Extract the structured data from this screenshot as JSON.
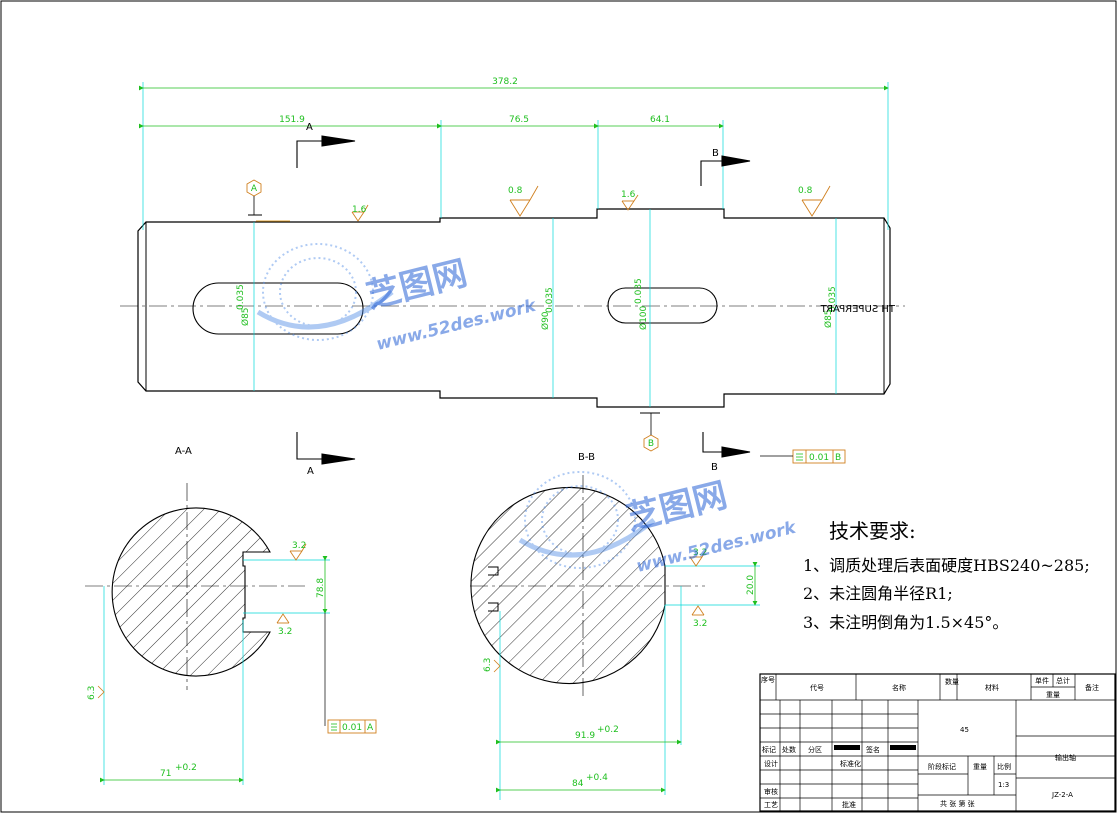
{
  "drawing": {
    "dimensions": {
      "total_length": "378.2",
      "seg1": "151.9",
      "seg2": "76.5",
      "seg3": "64.1",
      "dia1": "Ø85",
      "dia1_tol": "0.035",
      "dia2": "Ø90",
      "dia2_tol": "0.035",
      "dia3": "Ø100",
      "dia3_tol": "0.035",
      "dia4": "Ø85",
      "dia4_tol": "0.035",
      "key_depth_aa": "78.8",
      "key_depth_bb": "20.0",
      "width_aa": "71",
      "width_aa_tol": "+0.2",
      "width_bb1": "91.9",
      "width_bb1_tol": "+0.2",
      "width_bb2": "84",
      "width_bb2_tol": "+0.4",
      "offset_aa": "6.3",
      "offset_bb": "6.3"
    },
    "roughness": {
      "r08_left": "0.8",
      "r08_right": "0.8",
      "r16_a": "1.6",
      "r16_b": "1.6",
      "r32_aa_top": "3.2",
      "r32_aa_bot": "3.2",
      "r32_bb_top": "3.2",
      "r32_bb_bot": "3.2"
    },
    "section_labels": {
      "a_top": "A",
      "a_bottom": "A",
      "b_top": "B",
      "b_bottom": "B",
      "datum_a": "A",
      "datum_b": "B",
      "view_aa": "A-A",
      "view_bb": "B-B"
    },
    "tolerance_frames": {
      "bb": {
        "value": "0.01",
        "datum": "B"
      },
      "aa": {
        "value": "0.01",
        "datum": "A"
      }
    },
    "mirrored_text": "TH SUPERPART"
  },
  "watermarks": [
    {
      "cn": "芝图网",
      "url": "www.52des.work"
    },
    {
      "cn": "芝图网",
      "url": "www.52des.work"
    }
  ],
  "technical_requirements": {
    "title": "技术要求:",
    "items": [
      "1、调质处理后表面硬度HBS240~285;",
      "2、未注圆角半径R1;",
      "3、未注明倒角为1.5×45°。"
    ]
  },
  "title_block": {
    "header": {
      "seq": "序号",
      "code": "代号",
      "name": "名称",
      "qty": "数量",
      "material": "材料",
      "unit_piece": "单件",
      "total": "总计",
      "weight": "重量",
      "remarks": "备注"
    },
    "material_value": "45",
    "part_name": "输出轴",
    "row_marks": {
      "mark": "标记",
      "count": "处数",
      "zone": "分区",
      "sign": "签名"
    },
    "design": "设计",
    "standardization": "标准化",
    "stage_mark": "阶段标记",
    "weight_label": "重量",
    "scale_label": "比例",
    "scale_value": "1:3",
    "review": "审核",
    "process": "工艺",
    "approve": "批准",
    "sheets": "共 张 第 张",
    "drawing_no": "JZ-2-A"
  },
  "colors": {
    "outline": "#000000",
    "dimension": "#1fbf1f",
    "centerline": "#00c8c8",
    "extension": "#00d8d8",
    "roughness": "#d08020",
    "watermark": "#2a63d6"
  }
}
